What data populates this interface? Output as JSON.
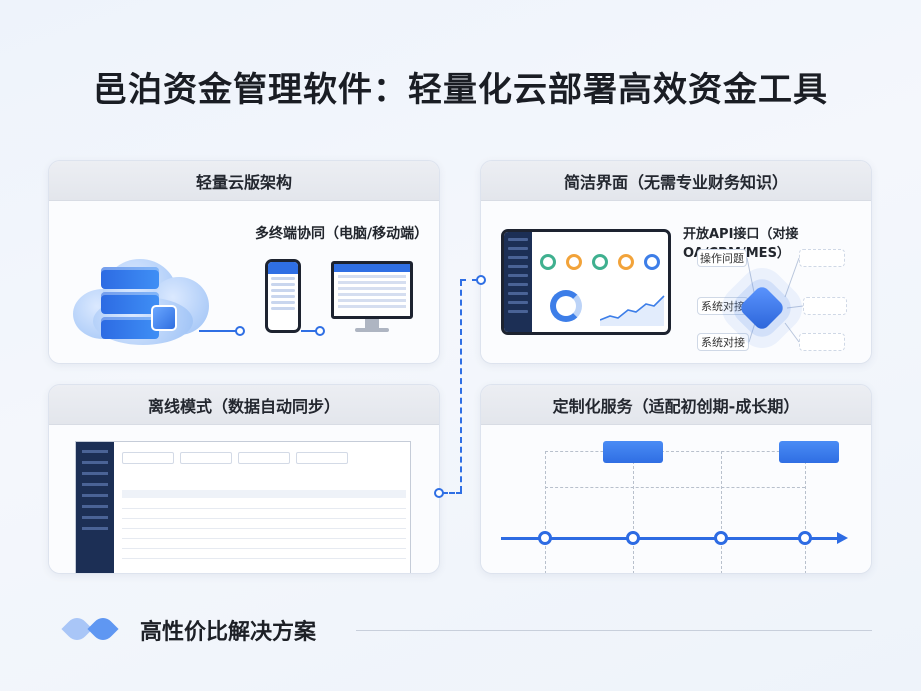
{
  "title": "邑泊资金管理软件：轻量化云部署高效资金工具",
  "cards": {
    "lightweight": {
      "heading": "轻量云版架构",
      "multi_device_label": "多终端协同（电脑/移动端）"
    },
    "interface": {
      "heading": "简洁界面（无需专业财务知识）",
      "api_label": "开放API接口（对接OA/CRM/MES）",
      "api_items": [
        "操作问题",
        "系统对接",
        "系统对接"
      ]
    },
    "offline": {
      "heading": "离线模式（数据自动同步）"
    },
    "custom": {
      "heading": "定制化服务（适配初创期-成长期）"
    }
  },
  "footer": {
    "text": "高性价比解决方案"
  },
  "colors": {
    "accent": "#2f6fe4",
    "sidebar": "#1c2f55"
  }
}
